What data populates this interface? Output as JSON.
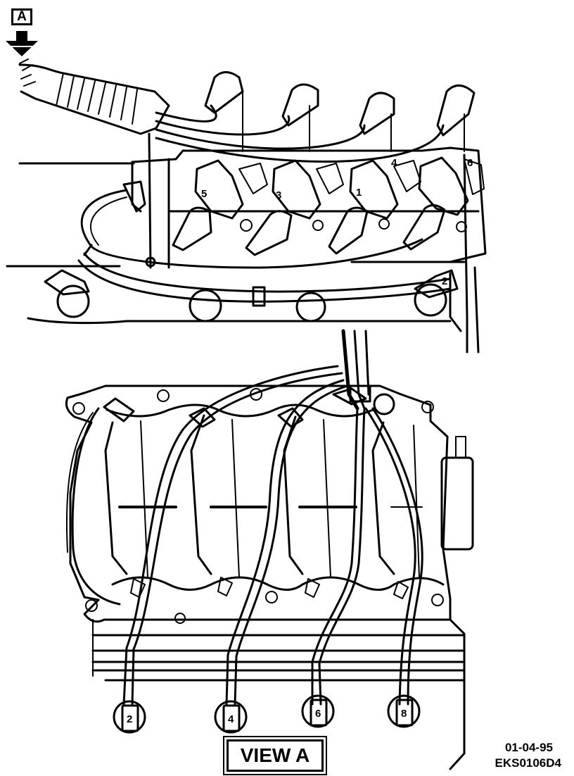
{
  "view_marker": "A",
  "view_label": "VIEW A",
  "date": "01-04-95",
  "code": "EKS0106D4",
  "upper_cylinder_labels": [
    "5",
    "3",
    "1",
    "6",
    "4",
    "2"
  ],
  "terminal_labels": [
    "2",
    "4",
    "6",
    "8"
  ]
}
